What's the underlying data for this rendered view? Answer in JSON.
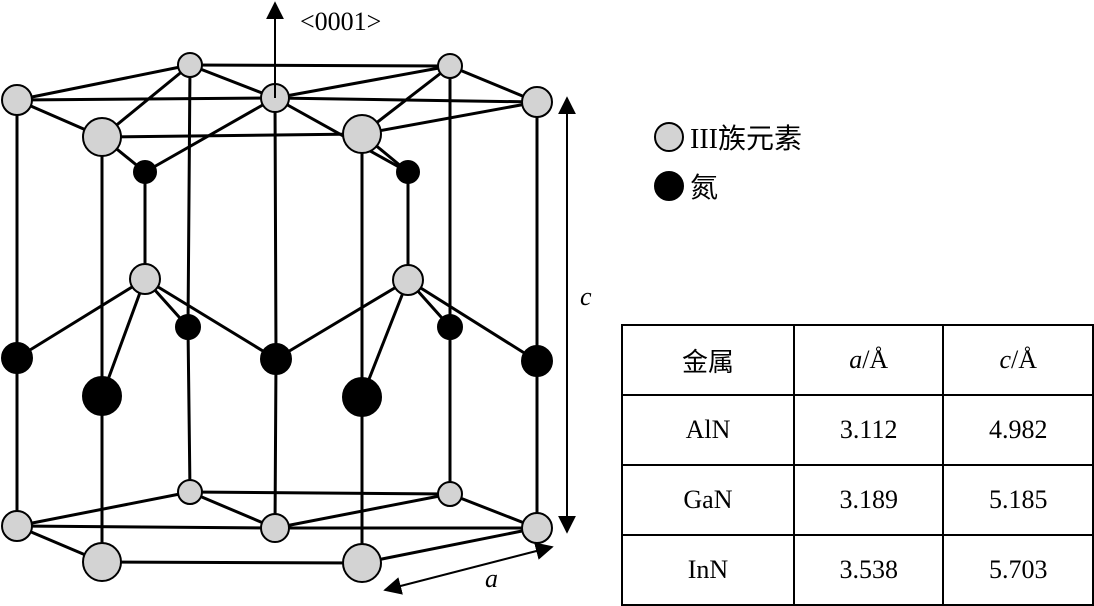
{
  "direction_label": "<0001>",
  "legend": [
    {
      "label": "III族元素",
      "kind": "group3",
      "color": "#d3d3d3"
    },
    {
      "label": "氮",
      "kind": "nitrogen",
      "color": "#000000"
    }
  ],
  "axis_labels": {
    "c": "c",
    "a": "a"
  },
  "table": {
    "headers": [
      {
        "label": "金属",
        "italic": "",
        "unit": ""
      },
      {
        "label": "",
        "italic": "a",
        "unit": "/Å"
      },
      {
        "label": "",
        "italic": "c",
        "unit": "/Å"
      }
    ],
    "rows": [
      {
        "metal": "AlN",
        "a": "3.112",
        "c": "4.982"
      },
      {
        "metal": "GaN",
        "a": "3.189",
        "c": "5.185"
      },
      {
        "metal": "InN",
        "a": "3.538",
        "c": "5.703"
      }
    ]
  }
}
